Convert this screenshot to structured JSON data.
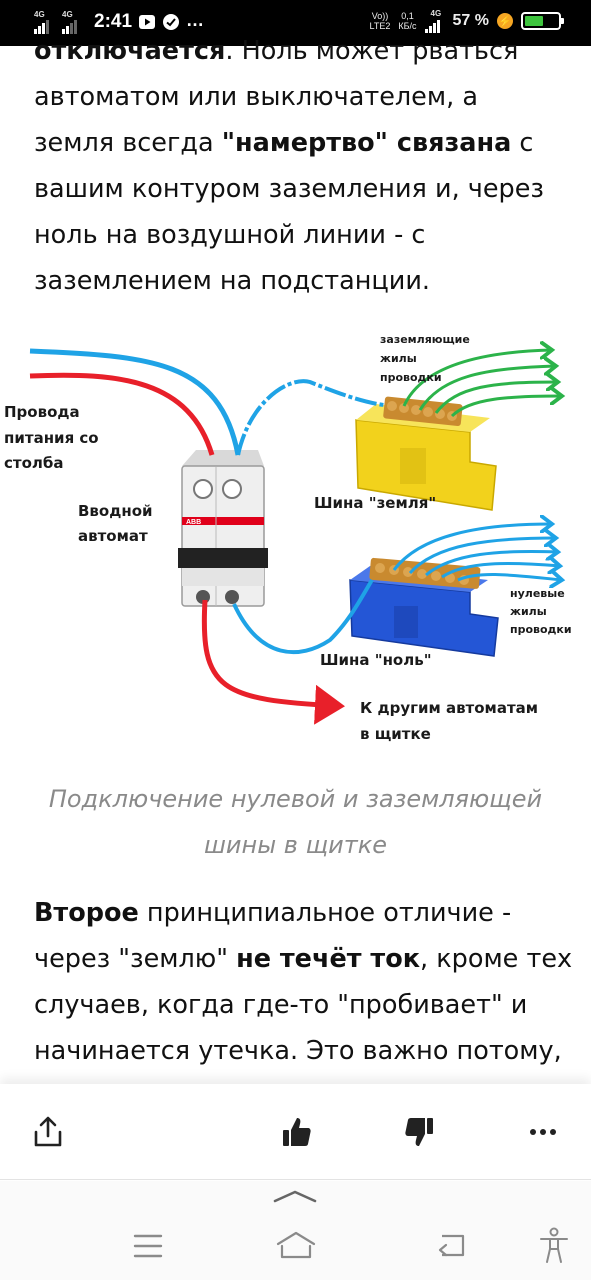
{
  "status_bar": {
    "sim1_label": "4G",
    "sim2_label": "4G",
    "time": "2:41",
    "more": "…",
    "network_top": "Vo))",
    "network_bottom": "LTE2",
    "speed_value": "0,1",
    "speed_unit": "КБ/с",
    "network_type": "4G",
    "battery_percent": "57 %",
    "battery_level": 0.57,
    "battery_color": "#3ec43e"
  },
  "article": {
    "paragraph1": {
      "line1_bold": "отключается",
      "line1_rest": ". Ноль может рваться",
      "line2": "автоматом или выключателем, а",
      "line3_pre": "земля всегда ",
      "line3_bold": "\"намертво\" связана",
      "line3_post": " с",
      "line4": "вашим контуром заземления и, через",
      "line5": "ноль на воздушной линии - с",
      "line6": "заземлением на подстанции."
    },
    "figure": {
      "label_supply_1": "Провода",
      "label_supply_2": "питания со",
      "label_supply_3": "столба",
      "label_breaker_1": "Вводной",
      "label_breaker_2": "автомат",
      "label_ground_wires_1": "заземляющие",
      "label_ground_wires_2": "жилы",
      "label_ground_wires_3": "проводки",
      "label_ground_bus": "Шина \"земля\"",
      "label_neutral_bus": "Шина \"ноль\"",
      "label_neutral_wires_1": "нулевые",
      "label_neutral_wires_2": "жилы",
      "label_neutral_wires_3": "проводки",
      "label_other_1": "К другим автоматам",
      "label_other_2": "в щитке",
      "breaker_brand": "ABB",
      "color_red": "#e8202a",
      "color_blue": "#1fa3e6",
      "color_green": "#2cb34a",
      "color_yellow_bus": "#f2d21c",
      "color_blue_bus": "#2456d6"
    },
    "caption_line1": "Подключение нулевой и заземляющей",
    "caption_line2": "шины в щитке",
    "paragraph2": {
      "line1_bold": "Второе",
      "line1_rest": " принципиальное отличие -",
      "line2_pre": "через \"землю\" ",
      "line2_bold": "не течёт ток",
      "line2_post": ", кроме тех",
      "line3": "случаев, когда где-то \"пробивает\" и",
      "line4": "начинается утечка. Это важно потому,"
    }
  },
  "action_bar": {
    "share_icon": "share-icon",
    "like_icon": "thumbs-up-icon",
    "dislike_icon": "thumbs-down-icon",
    "more_icon": "more-horizontal-icon"
  },
  "nav_bar": {
    "menu_icon": "menu-icon",
    "home_icon": "home-icon",
    "back_icon": "back-icon",
    "accessibility_icon": "accessibility-icon"
  }
}
